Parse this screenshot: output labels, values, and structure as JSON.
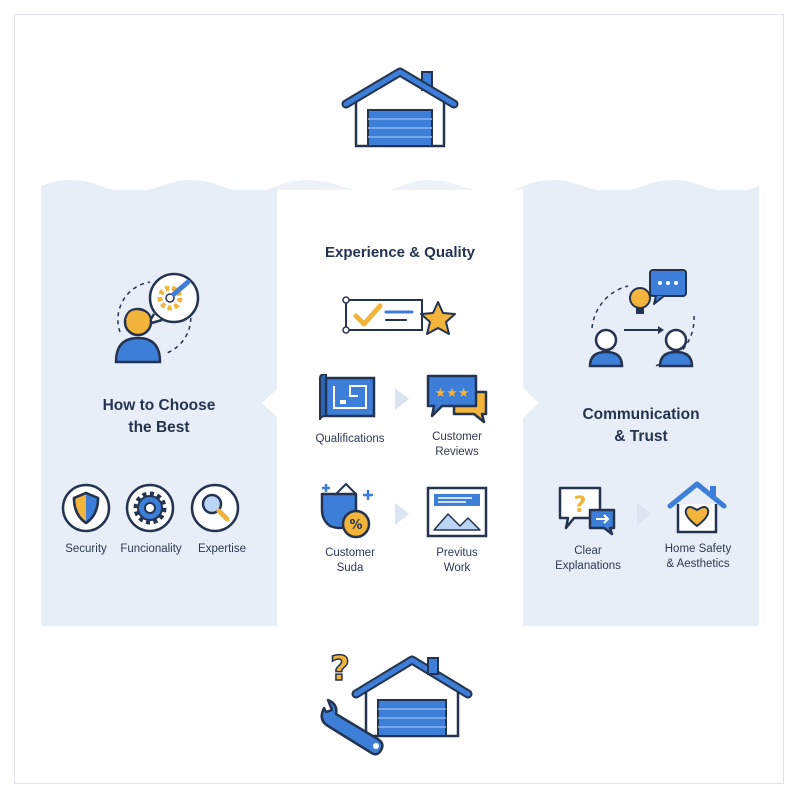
{
  "colors": {
    "blue": "#3d7fd8",
    "navy": "#243450",
    "gold": "#f2b43a",
    "panel": "#e8eef7"
  },
  "left_panel": {
    "title": "How to Choose\nthe Best",
    "items": [
      {
        "label": "Security",
        "icon": "shield-icon"
      },
      {
        "label": "Funcionality",
        "icon": "gear-icon"
      },
      {
        "label": "Expertise",
        "icon": "magnifier-icon"
      }
    ]
  },
  "middle_panel": {
    "title": "Experience & Quality",
    "items": [
      {
        "label": "Qualifications",
        "icon": "blueprint-icon"
      },
      {
        "label": "Customer\nReviews",
        "icon": "review-bubble-icon"
      },
      {
        "label": "Customer\nSuda",
        "icon": "badge-icon"
      },
      {
        "label": "Previtus\nWork",
        "icon": "picture-icon"
      }
    ]
  },
  "right_panel": {
    "title": "Communication\n& Trust",
    "items": [
      {
        "label": "Clear\nExplanations",
        "icon": "question-bubble-icon"
      },
      {
        "label": "Home Safety\n& Aesthetics",
        "icon": "home-heart-icon"
      }
    ]
  }
}
